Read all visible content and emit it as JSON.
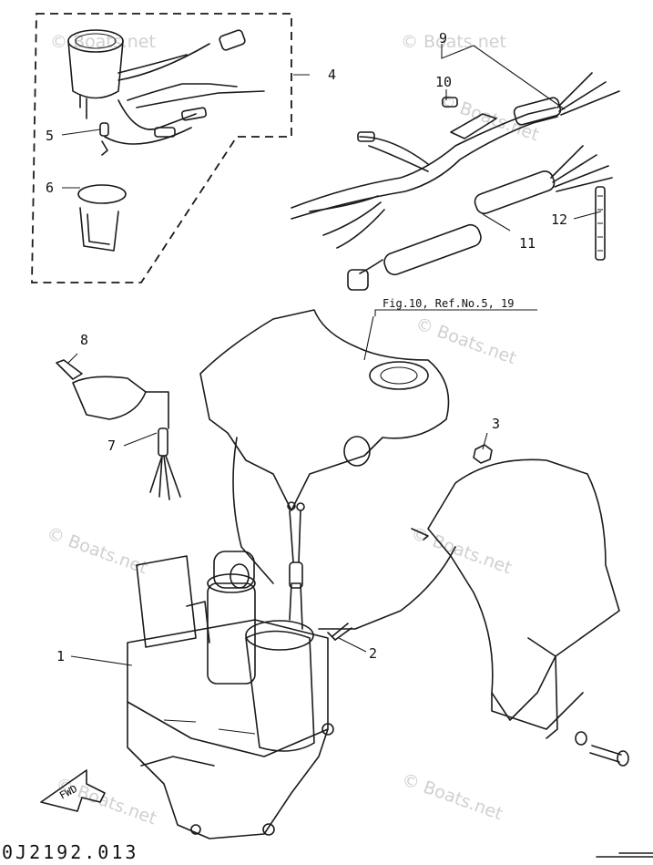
{
  "callouts": {
    "c1": "1",
    "c2": "2",
    "c3": "3",
    "c4": "4",
    "c5": "5",
    "c6": "6",
    "c7": "7",
    "c8": "8",
    "c9": "9",
    "c10": "10",
    "c11": "11",
    "c12": "12"
  },
  "figure_reference": "Fig.10, Ref.No.5, 19",
  "direction_label": "FWD",
  "drawing_code": "0J2192.013",
  "watermark": "© Boats.net"
}
